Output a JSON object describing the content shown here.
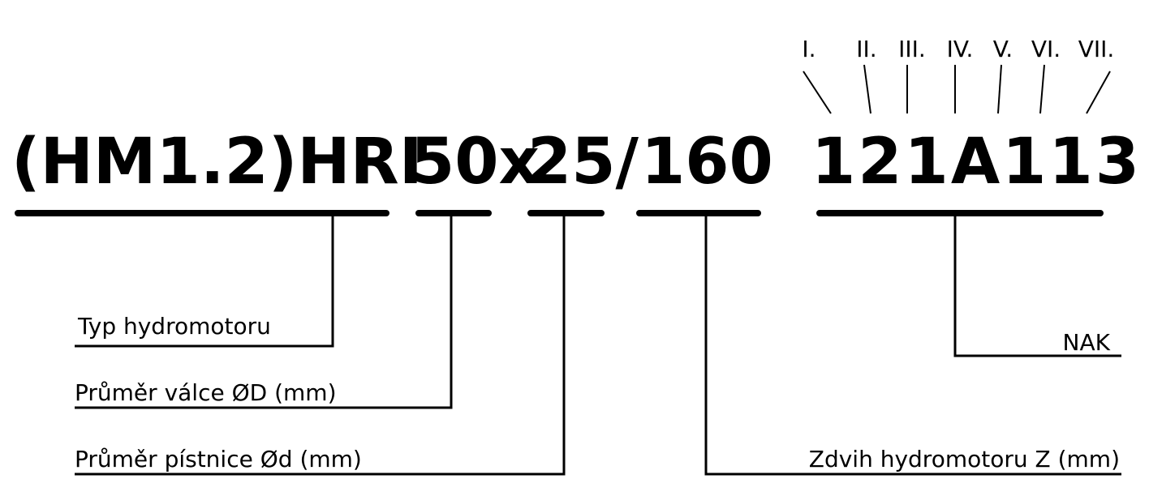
{
  "code_segments": {
    "type": "(HM1.2)HRI",
    "bore": "50x",
    "rod": "25/",
    "stroke": "160",
    "suffix": "121A113"
  },
  "roman_numerals": [
    "I.",
    "II.",
    "III.",
    "IV.",
    "V.",
    "VI.",
    "VII."
  ],
  "labels": {
    "type": "Typ hydromotoru",
    "bore": "Průměr válce ØD (mm)",
    "rod": "Průměr pístnice Ød (mm)",
    "stroke": "Zdvih hydromotoru Z (mm)",
    "suffix": "NAK"
  }
}
